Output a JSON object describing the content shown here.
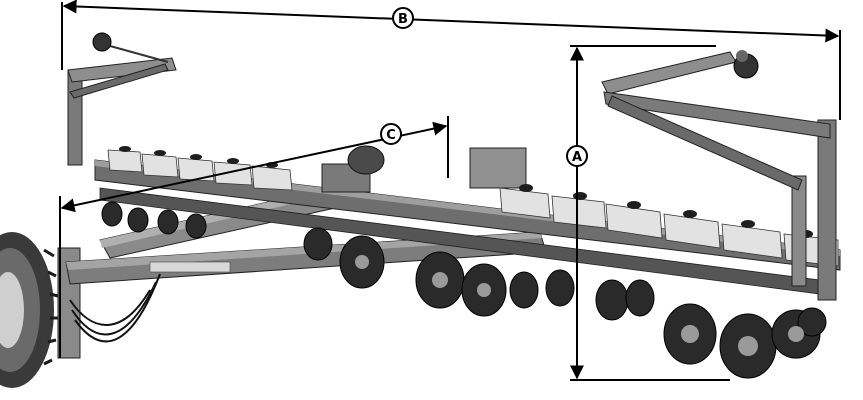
{
  "figure": {
    "subject": "planter-machine-illustration",
    "dimension_labels": {
      "A": "A",
      "B": "B",
      "C": "C"
    }
  }
}
